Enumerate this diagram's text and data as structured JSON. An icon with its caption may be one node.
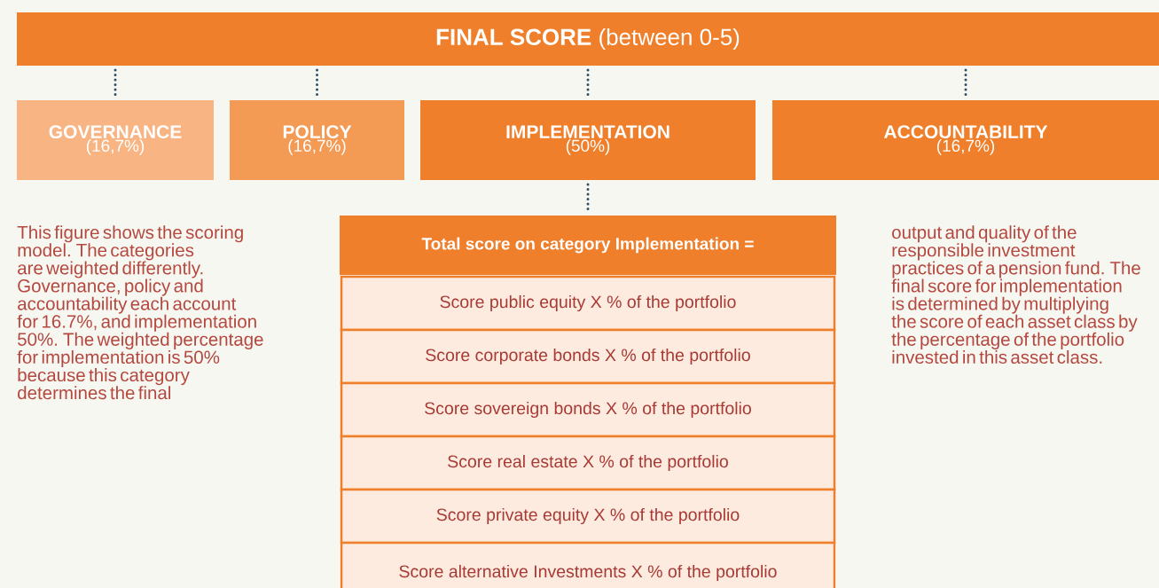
{
  "diagram": {
    "nodes": [
      {
        "text": [
          "**FINAL SCORE** (between 0-5)"
        ]
      },
      {
        "text": [
          "GOVERNANCE",
          "(16,7%)"
        ]
      },
      {
        "text": [
          "POLICY",
          "(16,7%)"
        ]
      },
      {
        "text": [
          "IMPLEMENTATION",
          "(50%)"
        ]
      },
      {
        "text": [
          "ACCOUNTABILITY",
          "(16,7%)"
        ]
      },
      {
        "text": [
          "Total score on category Implementation ="
        ]
      },
      {
        "text": [
          "Score public equity X % of the portfolio"
        ]
      },
      {
        "text": [
          "Score corporate bonds X % of the portfolio"
        ]
      },
      {
        "text": [
          "Score sovereign bonds X % of the portfolio"
        ]
      },
      {
        "text": [
          "Score real estate X % of the portfolio"
        ]
      },
      {
        "text": [
          "Score private equity X % of the portfolio"
        ]
      },
      {
        "text": [
          "Score alternative Investments X % of the portfolio"
        ]
      }
    ],
    "edges": [
      {
        "from": 0,
        "to": 1,
        "arrow": "none",
        "style": "dashed"
      },
      {
        "from": 0,
        "to": 2,
        "arrow": "none",
        "style": "dashed"
      },
      {
        "from": 0,
        "to": 3,
        "arrow": "none",
        "style": "dashed"
      },
      {
        "from": 0,
        "to": 4,
        "arrow": "none",
        "style": "dashed"
      },
      {
        "from": 3,
        "to": 5,
        "arrow": "none",
        "style": "dashed"
      }
    ],
    "labels": [
      "This figure shows the scoring model. The categories are weighted differently. Governance, policy and accountability each account for 16.7%, and implementation 50%. The weighted percentage for implementation is 50% because this category determines the final",
      "output and quality of the responsible investment practices of a pension fund. The final score for implementation is determined by multiplying the score of each asset class by the percentage of the portfolio invested in this asset class."
    ]
  }
}
